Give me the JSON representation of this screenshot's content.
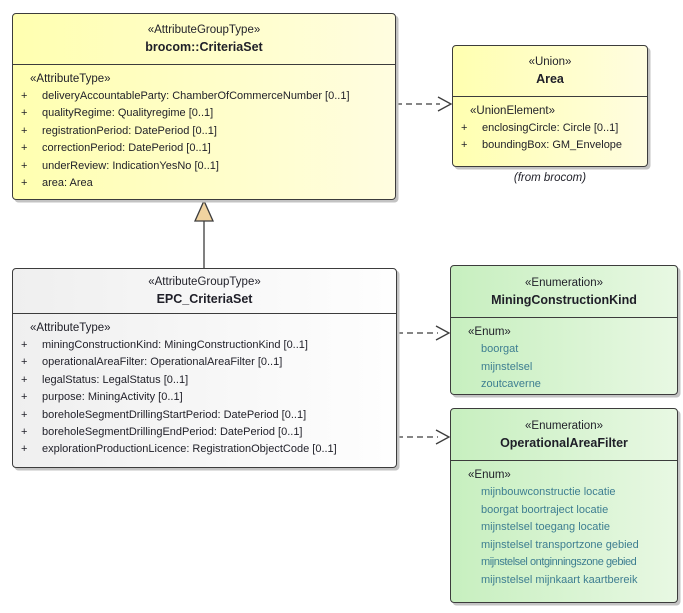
{
  "sym": {
    "plus": "+"
  },
  "colors": {
    "yellow_left": "#ffffb0",
    "yellow_right": "#fffde0",
    "green_left": "#c7efbf",
    "green_right": "#e8f8e3",
    "gray_left": "#efefef",
    "gray_right": "#fefefe",
    "border": "#3c3c3c",
    "shadow": "#c3c3c3",
    "text": "#1f1f28",
    "enum_text": "#3e7e91",
    "triangle_fill": "#f0d3a0"
  },
  "boxes": {
    "brocom": {
      "stereotype": "«AttributeGroupType»",
      "name": "brocom::CriteriaSet",
      "section": "«AttributeType»",
      "attributes": [
        "deliveryAccountableParty: ChamberOfCommerceNumber [0..1]",
        "qualityRegime: Qualityregime [0..1]",
        "registrationPeriod: DatePeriod [0..1]",
        "correctionPeriod: DatePeriod [0..1]",
        "underReview: IndicationYesNo [0..1]",
        "area: Area"
      ]
    },
    "area": {
      "stereotype": "«Union»",
      "name": "Area",
      "section": "«UnionElement»",
      "attributes": [
        "enclosingCircle: Circle [0..1]",
        "boundingBox: GM_Envelope"
      ],
      "origin_note": "(from brocom)"
    },
    "epc": {
      "stereotype": "«AttributeGroupType»",
      "name": "EPC_CriteriaSet",
      "section": "«AttributeType»",
      "attributes": [
        "miningConstructionKind: MiningConstructionKind [0..1]",
        "operationalAreaFilter: OperationalAreaFilter [0..1]",
        "legalStatus: LegalStatus [0..1]",
        "purpose: MiningActivity [0..1]",
        "boreholeSegmentDrillingStartPeriod: DatePeriod [0..1]",
        "boreholeSegmentDrillingEndPeriod: DatePeriod [0..1]",
        "explorationProductionLicence: RegistrationObjectCode [0..1]"
      ]
    },
    "mck": {
      "stereotype": "«Enumeration»",
      "name": "MiningConstructionKind",
      "section": "«Enum»",
      "values": [
        "boorgat",
        "mijnstelsel",
        "zoutcaverne"
      ]
    },
    "oaf": {
      "stereotype": "«Enumeration»",
      "name": "OperationalAreaFilter",
      "section": "«Enum»",
      "values": [
        "mijnbouwconstructie locatie",
        "boorgat boortraject locatie",
        "mijnstelsel toegang locatie",
        "mijnstelsel transportzone gebied",
        "mijnstelsel ontginningszone gebied",
        "mijnstelsel mijnkaart kaartbereik"
      ]
    }
  }
}
